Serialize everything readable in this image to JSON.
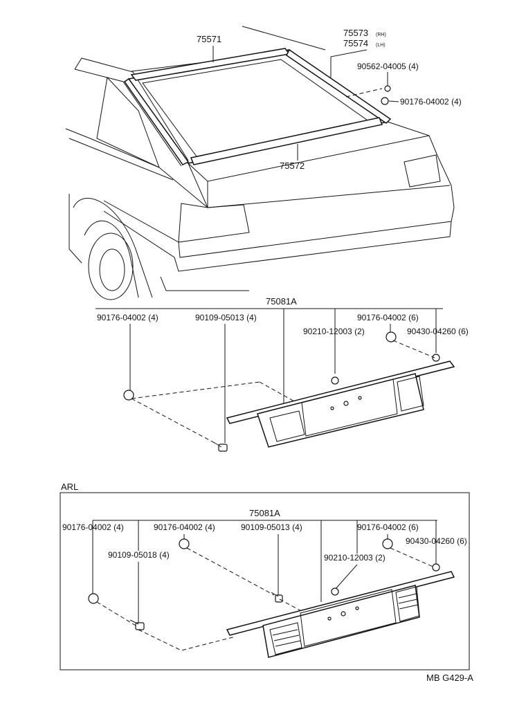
{
  "top": {
    "p75571": "75571",
    "p75573": "75573",
    "p75573_side": "(RH)",
    "p75574": "75574",
    "p75574_side": "(LH)",
    "p90562": "90562-04005 (4)",
    "p90176": "90176-04002 (4)",
    "p75572": "75572"
  },
  "mid": {
    "main": "75081A",
    "l1": "90176-04002 (4)",
    "l2": "90109-05013 (4)",
    "l3": "90210-12003 (2)",
    "l4": "90176-04002 (6)",
    "l5": "90430-04260 (6)"
  },
  "arl": {
    "title": "ARL",
    "main": "75081A",
    "l1": "90176-04002 (4)",
    "l2": "90109-05018 (4)",
    "l3": "90176-04002 (4)",
    "l4": "90109-05013 (4)",
    "l5": "90210-12003 (2)",
    "l6": "90176-04002 (6)",
    "l7": "90430-04260 (6)"
  },
  "figure_code": "MB G429-A"
}
